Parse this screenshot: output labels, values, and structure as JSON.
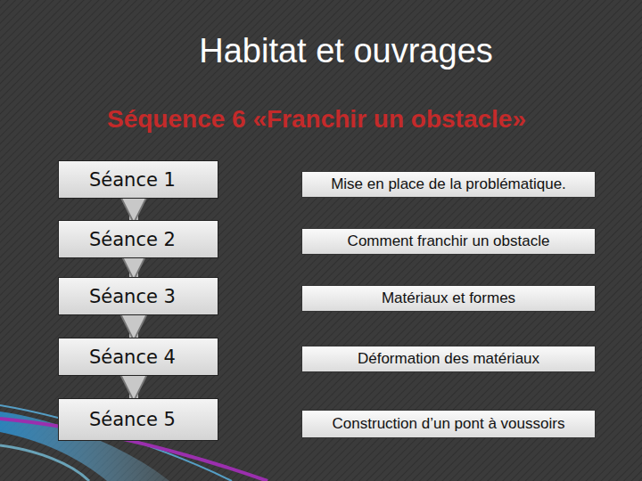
{
  "diagram": {
    "title": "Habitat et ouvrages",
    "nodes": [
      {
        "text": [
          "Séance 1"
        ]
      },
      {
        "text": [
          "Mise en place de la problématique."
        ]
      },
      {
        "text": [
          "Séance 2"
        ]
      },
      {
        "text": [
          "Comment franchir un obstacle"
        ]
      },
      {
        "text": [
          "Séance 3"
        ]
      },
      {
        "text": [
          "Matériaux et formes"
        ]
      },
      {
        "text": [
          "Séance 4"
        ]
      },
      {
        "text": [
          "Déformation des matériaux"
        ]
      },
      {
        "text": [
          "Séance 5"
        ]
      },
      {
        "text": [
          "Construction d’un pont à voussoirs"
        ]
      }
    ],
    "edges": [
      {
        "from": 0,
        "to": 2,
        "arrow": "to"
      },
      {
        "from": 2,
        "to": 4,
        "arrow": "to"
      },
      {
        "from": 4,
        "to": 6,
        "arrow": "to"
      },
      {
        "from": 6,
        "to": 8,
        "arrow": "to"
      }
    ],
    "labels": [
      "Séquence 6 «Franchir un obstacle»"
    ]
  }
}
